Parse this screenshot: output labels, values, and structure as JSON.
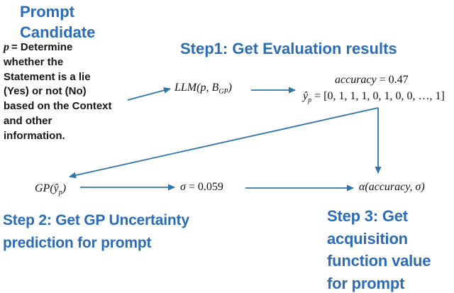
{
  "palette": {
    "heading_blue": "#2b6cb5",
    "arrow_blue": "#2e75a8",
    "text_black": "#161616"
  },
  "title": {
    "line1": "Prompt",
    "line2": "Candidate"
  },
  "prompt": {
    "var": "p",
    "lines": [
      "= Determine",
      "whether the",
      "Statement is a lie",
      "(Yes) or not (No)",
      "based on the Context",
      "and other",
      "information."
    ]
  },
  "steps": {
    "step1": {
      "label": "Step1: Get Evaluation results"
    },
    "step2": {
      "lines": [
        "Step 2: Get GP Uncertainty",
        "prediction for prompt"
      ]
    },
    "step3": {
      "lines": [
        "Step 3: Get",
        "acquisition",
        "function value",
        "for prompt"
      ]
    }
  },
  "nodes": {
    "llm": {
      "prefix": "LLM(p, B",
      "sub": "GP",
      "suffix": ")"
    },
    "accuracy": {
      "var": "accuracy",
      "value": " = 0.47"
    },
    "yp": {
      "base": "ŷ",
      "sub": "p",
      "value": " = [0, 1, 1, 1, 0, 1, 0, 0, …, 1]"
    },
    "gp": {
      "prefix": "GP(ŷ",
      "sub": "p",
      "suffix": ")"
    },
    "sigma": {
      "var": "σ",
      "value": " = 0.059"
    },
    "alpha": {
      "label": "α(accuracy, σ)"
    }
  },
  "icons": {
    "arrows": [
      "arrow-prompt-to-llm",
      "arrow-llm-to-evaluation",
      "arrow-evaluation-to-alpha",
      "arrow-evaluation-to-gp",
      "arrow-gp-to-sigma",
      "arrow-sigma-to-alpha"
    ]
  }
}
